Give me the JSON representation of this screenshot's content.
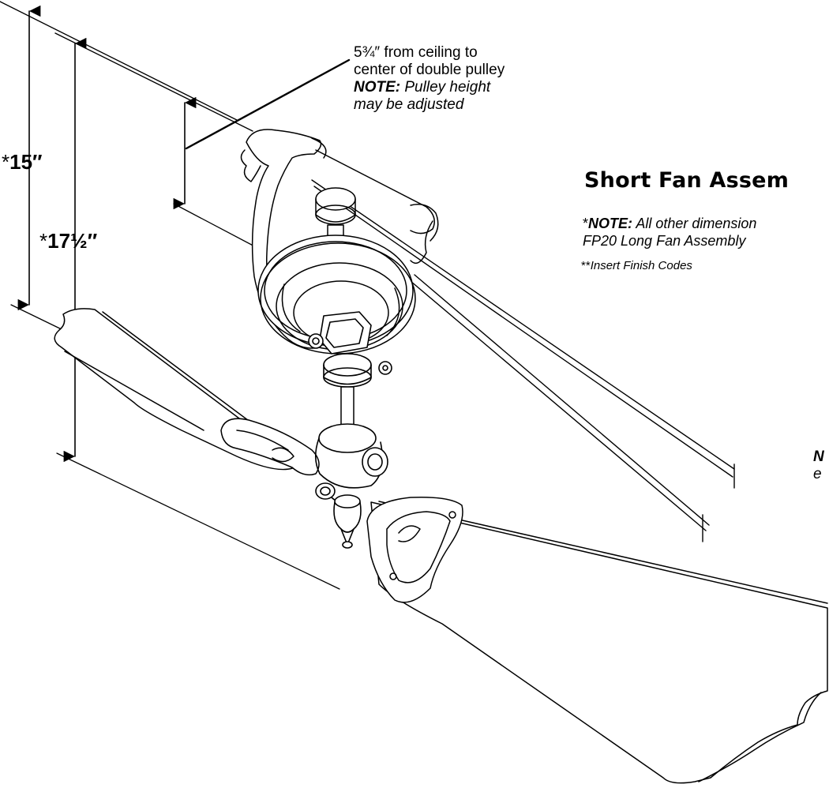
{
  "dimensions": {
    "height_15": {
      "prefix": "*",
      "value": "15″"
    },
    "height_17_5": {
      "prefix": "*",
      "value": "17½″"
    }
  },
  "callout": {
    "line1": "5¾″ from ceiling to",
    "line2": "center of double pulley",
    "note_label": "NOTE:",
    "line3_rest": " Pulley height",
    "line4": "may be adjusted"
  },
  "title": "Short Fan Assem",
  "note": {
    "prefix": "*",
    "label": "NOTE:",
    "line1_rest": " All other dimension",
    "line2": "FP20 Long Fan Assembly"
  },
  "finish_note": {
    "prefix": "**",
    "text": "Insert Finish Codes"
  },
  "cut_text": {
    "line1": "N",
    "line2": "e"
  }
}
